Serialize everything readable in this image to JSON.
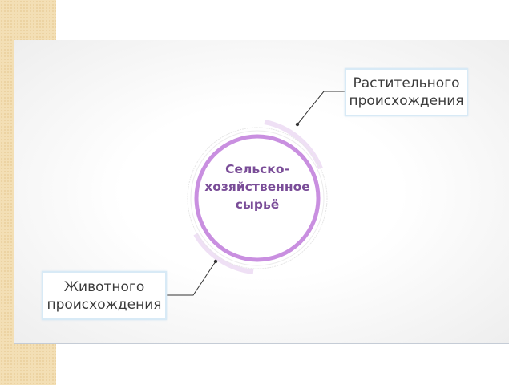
{
  "center_label": [
    "Сельско-",
    "хозяйственное",
    "сырьё"
  ],
  "branches": [
    {
      "lines": [
        "Растительного",
        "происхождения"
      ]
    },
    {
      "lines": [
        "Животного",
        "происхождения"
      ]
    }
  ],
  "colors": {
    "ring": "#c98fe0",
    "text": "#7a4d98",
    "arc": "#efe0f5"
  }
}
